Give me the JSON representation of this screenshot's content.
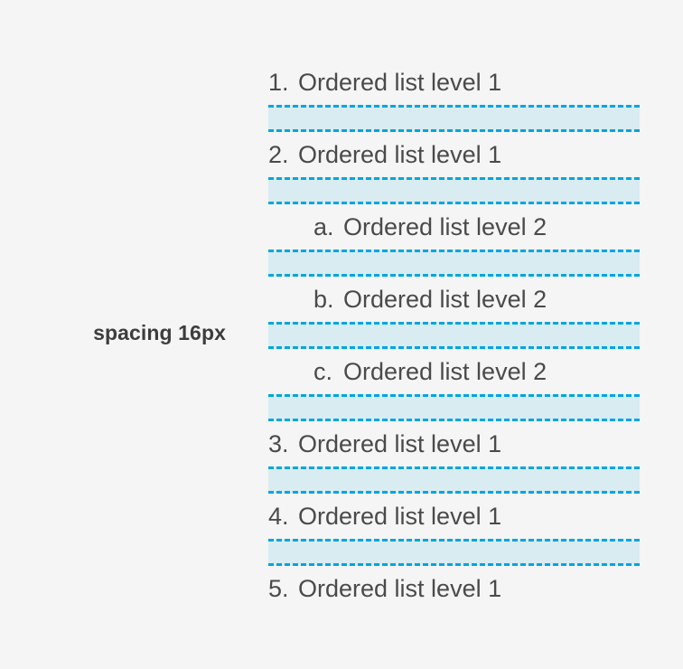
{
  "figure": {
    "title": "spacing 16px",
    "background_color": "#f5f5f5",
    "text_color": "#4a4a4a",
    "label_color": "#3d3d3d",
    "spacing_band_fill": "#d8ecf2",
    "spacing_band_border": "#00a6de",
    "spacing_value": "16px"
  },
  "legend": {
    "label": "spacing 16px"
  },
  "list": {
    "items": [
      {
        "marker": "1.",
        "text": "Ordered list level 1",
        "level": 1,
        "spacer_after": true
      },
      {
        "marker": "2.",
        "text": "Ordered list level 1",
        "level": 1,
        "spacer_after": true
      },
      {
        "marker": "a.",
        "text": "Ordered list level 2",
        "level": 2,
        "spacer_after": true
      },
      {
        "marker": "b.",
        "text": "Ordered list level 2",
        "level": 2,
        "spacer_after": true
      },
      {
        "marker": "c.",
        "text": "Ordered list level 2",
        "level": 2,
        "spacer_after": true
      },
      {
        "marker": "3.",
        "text": "Ordered list level 1",
        "level": 1,
        "spacer_after": true
      },
      {
        "marker": "4.",
        "text": "Ordered list level 1",
        "level": 1,
        "spacer_after": true
      },
      {
        "marker": "5.",
        "text": "Ordered list level 1",
        "level": 1,
        "spacer_after": false
      }
    ]
  }
}
